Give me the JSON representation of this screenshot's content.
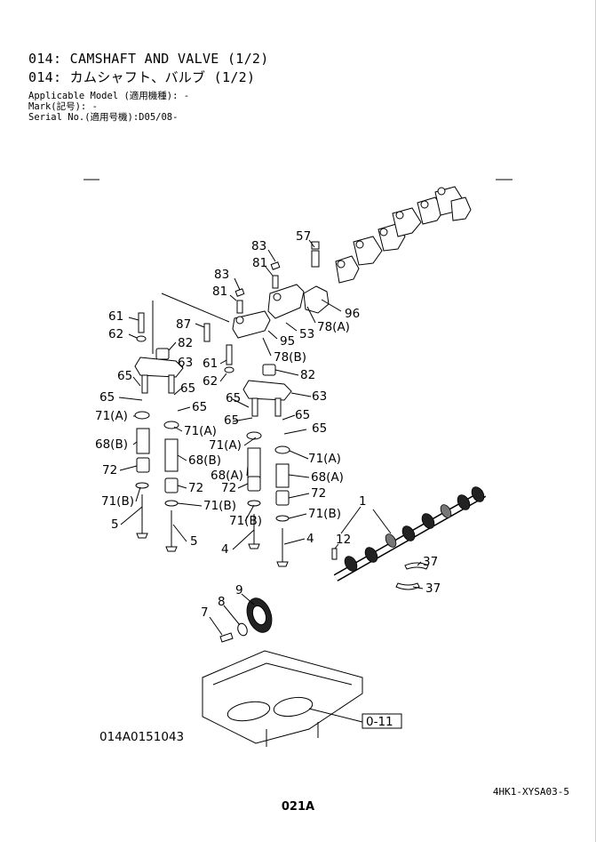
{
  "header": {
    "title_en": "014: CAMSHAFT AND VALVE  (1/2)",
    "title_jp": "014: カムシャフト、バルブ  (1/2)",
    "applicable_model": "Applicable Model (適用機種): -",
    "mark": "Mark(記号): -",
    "serial_no": "Serial No.(適用号機):D05/08-"
  },
  "diagram": {
    "reference_code": "014A0151043",
    "reference_box": "0-11",
    "callouts": [
      {
        "id": "c-83a",
        "text": "83"
      },
      {
        "id": "c-57",
        "text": "57"
      },
      {
        "id": "c-81a",
        "text": "81"
      },
      {
        "id": "c-83b",
        "text": "83"
      },
      {
        "id": "c-81b",
        "text": "81"
      },
      {
        "id": "c-96",
        "text": "96"
      },
      {
        "id": "c-61a",
        "text": "61"
      },
      {
        "id": "c-87",
        "text": "87"
      },
      {
        "id": "c-53",
        "text": "53"
      },
      {
        "id": "c-62a",
        "text": "62"
      },
      {
        "id": "c-82a",
        "text": "82"
      },
      {
        "id": "c-95",
        "text": "95"
      },
      {
        "id": "c-78a",
        "text": "78(A)"
      },
      {
        "id": "c-78b",
        "text": "78(B)"
      },
      {
        "id": "c-63a",
        "text": "63"
      },
      {
        "id": "c-61b",
        "text": "61"
      },
      {
        "id": "c-82b",
        "text": "82"
      },
      {
        "id": "c-65a",
        "text": "65"
      },
      {
        "id": "c-62b",
        "text": "62"
      },
      {
        "id": "c-65b",
        "text": "65"
      },
      {
        "id": "c-65c",
        "text": "65"
      },
      {
        "id": "c-63b",
        "text": "63"
      },
      {
        "id": "c-65d",
        "text": "65"
      },
      {
        "id": "c-65e",
        "text": "65"
      },
      {
        "id": "c-71a1",
        "text": "71(A)"
      },
      {
        "id": "c-65f",
        "text": "65"
      },
      {
        "id": "c-65g",
        "text": "65"
      },
      {
        "id": "c-65h",
        "text": "65"
      },
      {
        "id": "c-71a2",
        "text": "71(A)"
      },
      {
        "id": "c-68b1",
        "text": "68(B)"
      },
      {
        "id": "c-71a3",
        "text": "71(A)"
      },
      {
        "id": "c-71a4",
        "text": "71(A)"
      },
      {
        "id": "c-72a",
        "text": "72"
      },
      {
        "id": "c-68b2",
        "text": "68(B)"
      },
      {
        "id": "c-68a1",
        "text": "68(A)"
      },
      {
        "id": "c-68a2",
        "text": "68(A)"
      },
      {
        "id": "c-72b",
        "text": "72"
      },
      {
        "id": "c-72c",
        "text": "72"
      },
      {
        "id": "c-72d",
        "text": "72"
      },
      {
        "id": "c-71b1",
        "text": "71(B)"
      },
      {
        "id": "c-71b2",
        "text": "71(B)"
      },
      {
        "id": "c-71b3",
        "text": "71(B)"
      },
      {
        "id": "c-71b4",
        "text": "71(B)"
      },
      {
        "id": "c-1",
        "text": "1"
      },
      {
        "id": "c-5a",
        "text": "5"
      },
      {
        "id": "c-5b",
        "text": "5"
      },
      {
        "id": "c-4a",
        "text": "4"
      },
      {
        "id": "c-4b",
        "text": "4"
      },
      {
        "id": "c-12",
        "text": "12"
      },
      {
        "id": "c-37a",
        "text": "37"
      },
      {
        "id": "c-37b",
        "text": "37"
      },
      {
        "id": "c-9",
        "text": "9"
      },
      {
        "id": "c-8",
        "text": "8"
      },
      {
        "id": "c-7",
        "text": "7"
      }
    ]
  },
  "footer": {
    "page_number": "021A",
    "model_code": "4HK1-XYSA03-5"
  }
}
